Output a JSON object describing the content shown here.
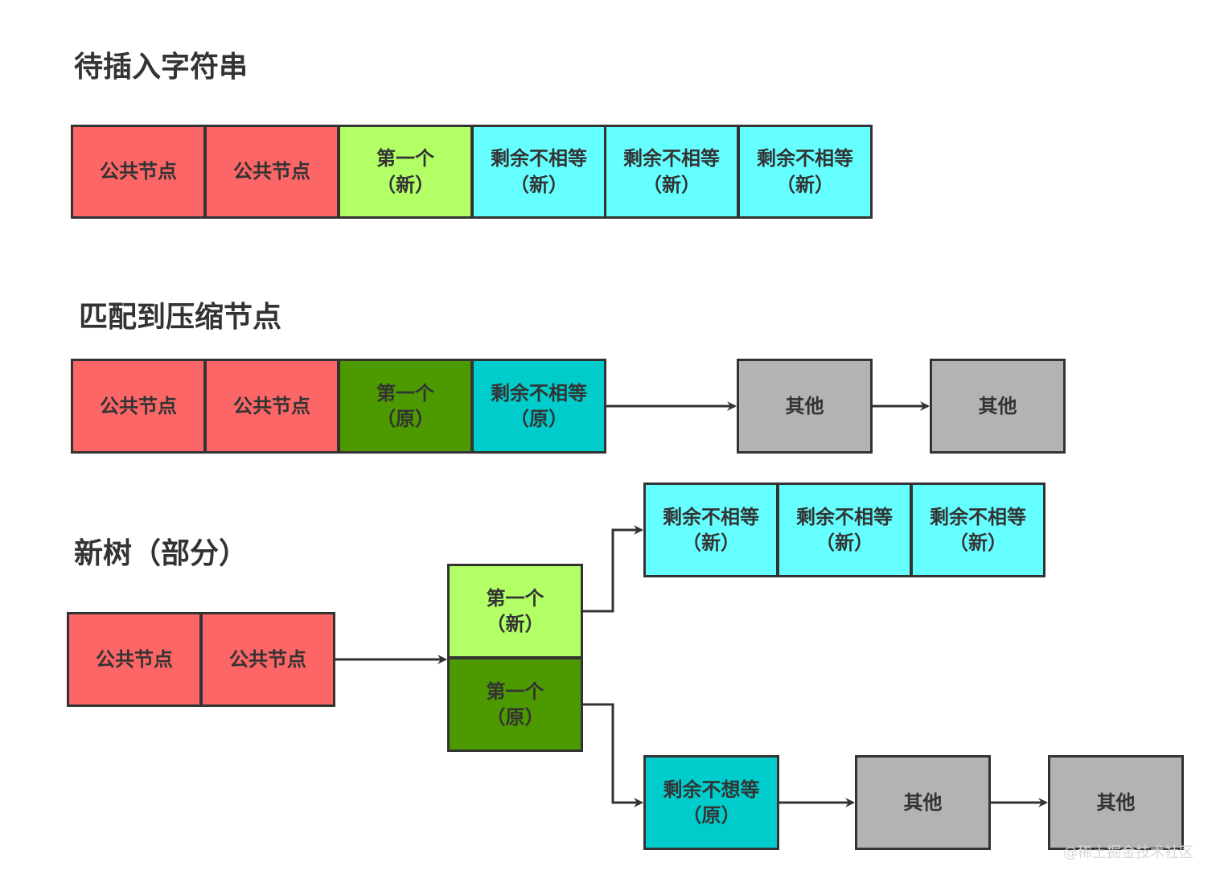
{
  "titles": {
    "s1": "待插入字符串",
    "s2": "匹配到压缩节点",
    "s3": "新树（部分）"
  },
  "labels": {
    "common": "公共节点",
    "first": "第一个",
    "rest_neq": "剩余不相等",
    "rest_think": "剩余不想等",
    "other": "其他",
    "new_tag": "（新）",
    "orig_tag": "（原）"
  },
  "colors": {
    "common": "#fc6666",
    "first_new": "#b3ff66",
    "rest_new": "#66ffff",
    "first_orig": "#4d9900",
    "rest_orig": "#00cccc",
    "other": "#b3b3b3",
    "stroke": "#333333"
  },
  "watermark": "@稀土掘金技术社区"
}
